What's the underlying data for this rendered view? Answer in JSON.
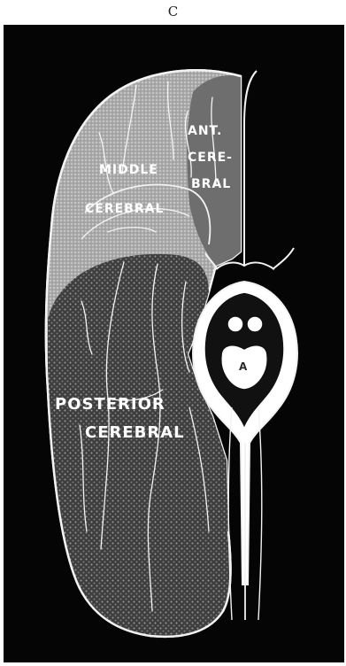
{
  "plate": {
    "letter": "C"
  },
  "labels": {
    "anterior": [
      "ANT.",
      "CERE-",
      "BRAL"
    ],
    "middle": [
      "MIDDLE",
      "CEREBRAL"
    ],
    "posterior": [
      "POSTERIOR",
      "CEREBRAL"
    ],
    "brainstem_mark": "A"
  },
  "colors": {
    "background": "#ffffff",
    "plate": "#050505",
    "outline": "#f2f2f2",
    "middle_territory": "#bdbdbd",
    "anterior_territory": "#6e6e6e",
    "posterior_territory": "#4a4a4a"
  }
}
